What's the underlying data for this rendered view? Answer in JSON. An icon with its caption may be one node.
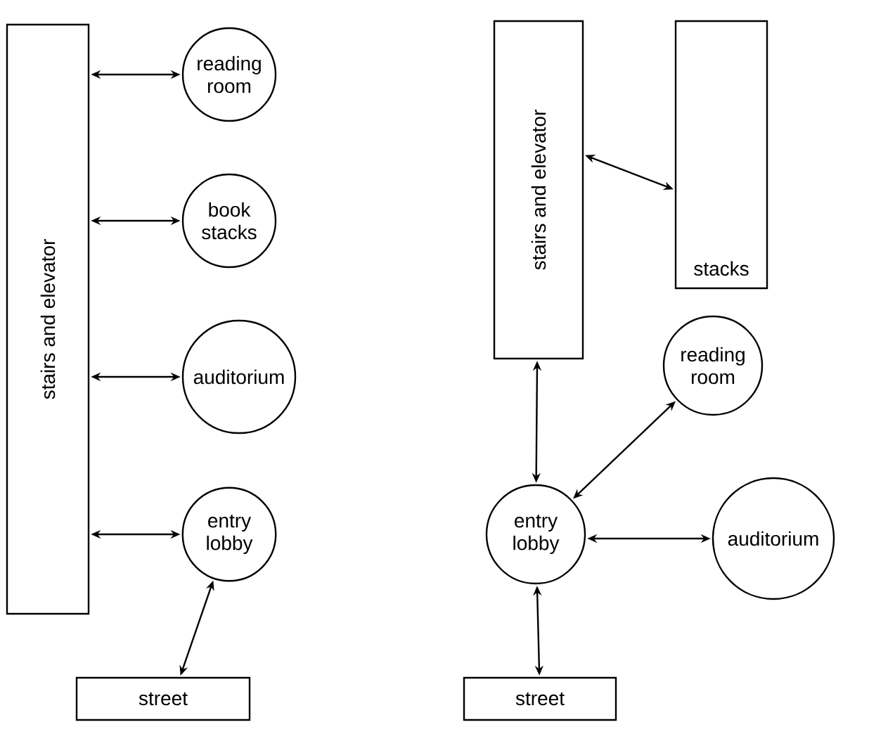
{
  "diagram": {
    "nodes": [
      {
        "text": [
          "stairs and elevator"
        ]
      },
      {
        "text": [
          "reading room"
        ]
      },
      {
        "text": [
          "book stacks"
        ]
      },
      {
        "text": [
          "auditorium"
        ]
      },
      {
        "text": [
          "entry lobby"
        ]
      },
      {
        "text": [
          "street"
        ]
      },
      {
        "text": [
          "stairs and elevator"
        ]
      },
      {
        "text": [
          "stacks"
        ]
      },
      {
        "text": [
          "reading room"
        ]
      },
      {
        "text": [
          "entry lobby"
        ]
      },
      {
        "text": [
          "auditorium"
        ]
      },
      {
        "text": [
          "street"
        ]
      }
    ],
    "edges": [
      {
        "from": 0,
        "to": 1,
        "arrow": "both"
      },
      {
        "from": 0,
        "to": 2,
        "arrow": "both"
      },
      {
        "from": 0,
        "to": 3,
        "arrow": "both"
      },
      {
        "from": 0,
        "to": 4,
        "arrow": "both"
      },
      {
        "from": 5,
        "to": 4,
        "arrow": "both"
      },
      {
        "from": 6,
        "to": 7,
        "arrow": "both"
      },
      {
        "from": 6,
        "to": 9,
        "arrow": "both"
      },
      {
        "from": 9,
        "to": 8,
        "arrow": "both"
      },
      {
        "from": 9,
        "to": 10,
        "arrow": "both"
      },
      {
        "from": 11,
        "to": 9,
        "arrow": "both"
      }
    ]
  }
}
